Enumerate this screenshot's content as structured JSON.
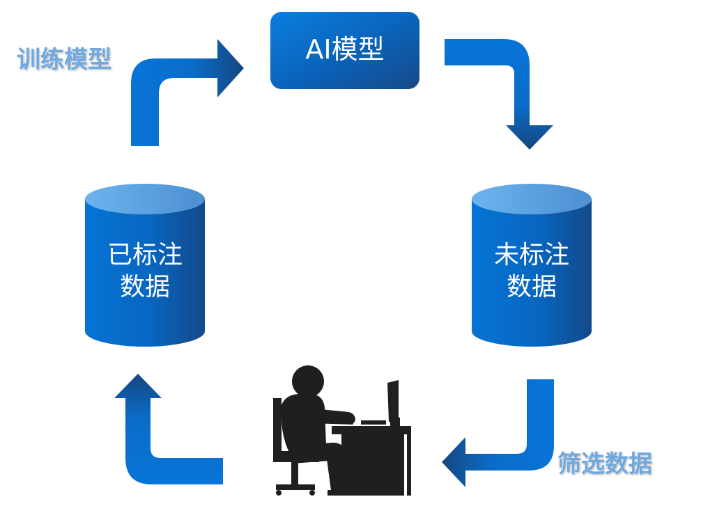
{
  "diagram": {
    "model_box": {
      "label": "AI模型"
    },
    "labeled_db": {
      "line1": "已标注",
      "line2": "数据"
    },
    "unlabeled_db": {
      "line1": "未标注",
      "line2": "数据"
    },
    "labels": {
      "train": "训练模型",
      "filter": "筛选数据"
    },
    "colors": {
      "primary": "#0873d6",
      "dark": "#13447c",
      "label_light": "#6fa8e0",
      "cylinder_top": "#5fa8e6",
      "figure": "#1f1f1f"
    },
    "icons": {
      "person": "person-at-desk-icon"
    }
  }
}
